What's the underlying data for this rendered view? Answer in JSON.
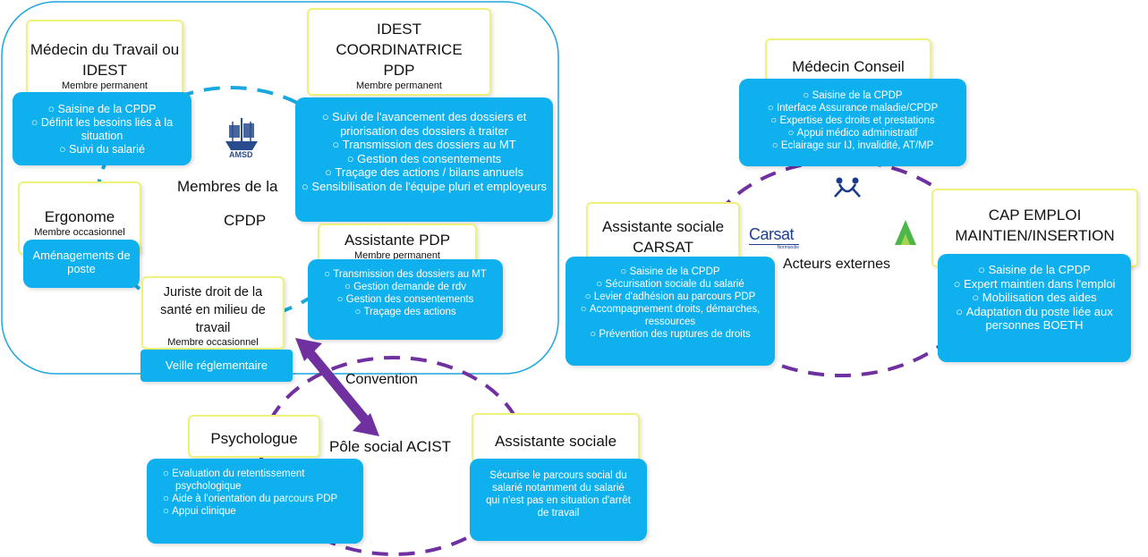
{
  "cpdp_group": {
    "label_line1": "Membres de la",
    "label_line2": "CPDP",
    "medecin_travail": {
      "title": "Médecin du Travail ou IDEST",
      "member": "Membre permanent",
      "items": [
        "Saisine de la CPDP",
        "Définit les besoins liés à la situation",
        "Suivi du salarié"
      ]
    },
    "idest_coordinatrice": {
      "title": "IDEST COORDINATRICE PDP",
      "member": "Membre permanent",
      "items": [
        "Suivi de l'avancement des dossiers et priorisation des dossiers à traiter",
        "Transmission des dossiers au MT",
        "Gestion des consentements",
        "Traçage des actions / bilans annuels",
        "Sensibilisation de l'équipe pluri et employeurs"
      ]
    },
    "ergonome": {
      "title": "Ergonome",
      "member": "Membre occasionnel",
      "items": [
        "Aménagements de poste"
      ]
    },
    "assistante_pdp": {
      "title": "Assistante PDP",
      "member": "Membre permanent",
      "items": [
        "Transmission des dossiers au MT",
        "Gestion demande de rdv",
        "Gestion des consentements",
        "Traçage des actions"
      ]
    },
    "juriste": {
      "title": "Juriste droit de la santé en milieu de travail",
      "member": "Membre occasionnel",
      "items": [
        "Veille réglementaire"
      ]
    },
    "logo_text": "AMSD"
  },
  "external": {
    "label": "Acteurs externes",
    "medecin_conseil": {
      "title": "Médecin Conseil",
      "items": [
        "Saisine de la CPDP",
        "Interface Assurance maladie/CPDP",
        "Expertise des droits et prestations",
        "Appui médico administratif",
        "Eclairage sur IJ, invalidité, AT/MP"
      ]
    },
    "assistante_carsat": {
      "title": "Assistante sociale CARSAT",
      "items": [
        "Saisine de la CPDP",
        "Sécurisation sociale du salarié",
        "Levier d'adhésion au parcours PDP",
        "Accompagnement droits, démarches, ressources",
        "Prévention des ruptures de droits"
      ]
    },
    "cap_emploi": {
      "title": "CAP EMPLOI MAINTIEN/INSERTION",
      "items": [
        "Saisine de la CPDP",
        "Expert maintien dans l'emploi",
        "Mobilisation des aides",
        "Adaptation du poste liée aux personnes BOETH"
      ]
    },
    "carsat_logo": {
      "name": "Carsat",
      "sub": "Normandie"
    }
  },
  "pole_social": {
    "label": "Pôle social ACIST",
    "convention": "Convention",
    "psychologue": {
      "title": "Psychologue",
      "items": [
        "Evaluation du retentissement psychologique",
        "Aide à l'orientation du parcours PDP",
        "Appui clinique"
      ]
    },
    "assistante_sociale": {
      "title": "Assistante sociale",
      "text": "Sécurise le parcours social du salarié notamment du salarié qui n'est pas en situation d'arrêt de travail"
    }
  },
  "colors": {
    "blue_box": "#0fb0ee",
    "title_border": "#eef27a",
    "purple": "#7030a0",
    "cpdp_circle": "#1aa7dd"
  }
}
